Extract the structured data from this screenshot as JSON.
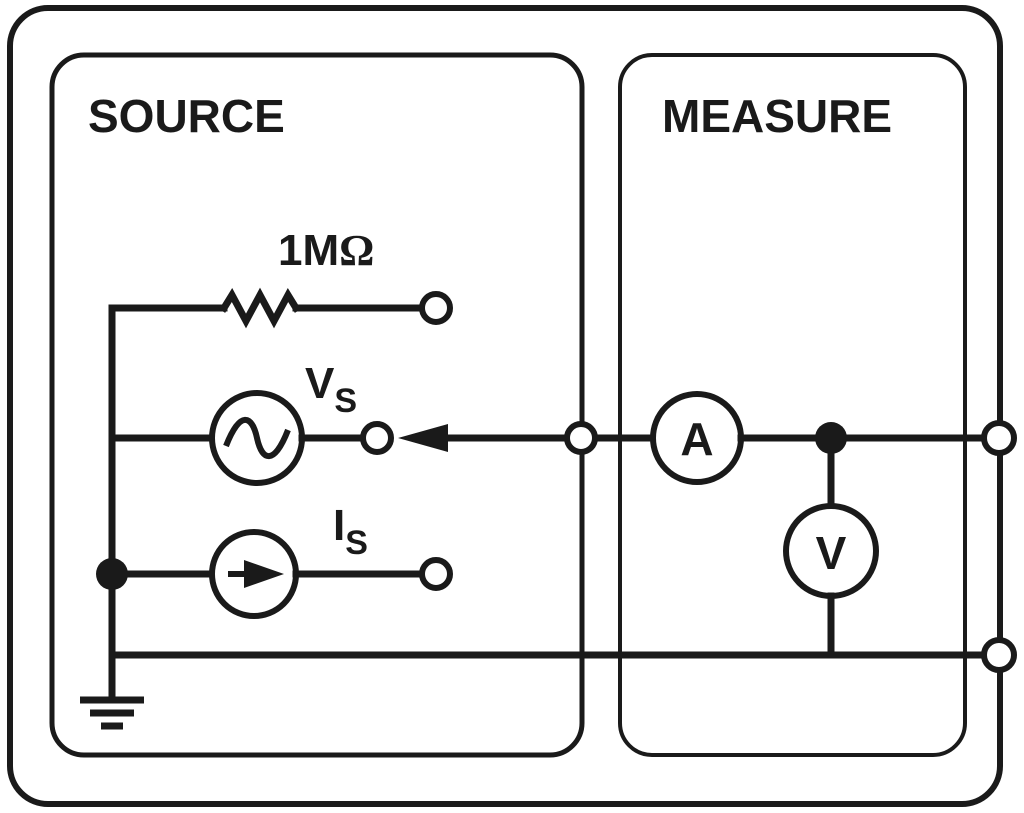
{
  "diagram": {
    "type": "smu-circuit-schematic",
    "colors": {
      "ink": "#1a1a1a",
      "background": "#ffffff"
    },
    "blocks": {
      "source": {
        "title": "SOURCE"
      },
      "measure": {
        "title": "MEASURE"
      }
    },
    "components": {
      "resistor": {
        "label_main": "1M",
        "label_unit": "Ω",
        "icon": "resistor-icon"
      },
      "voltage_source": {
        "label_main": "V",
        "label_sub": "S",
        "icon": "ac-voltage-source-icon"
      },
      "current_source": {
        "label_main": "I",
        "label_sub": "S",
        "icon": "current-source-icon"
      },
      "ammeter": {
        "label": "A",
        "icon": "ammeter-icon"
      },
      "voltmeter": {
        "label": "V",
        "icon": "voltmeter-icon"
      },
      "ground": {
        "icon": "ground-icon"
      }
    },
    "connections": [
      "Source selector arrow connects to V_S terminal",
      "Ammeter in series on output line",
      "Voltmeter between output line and common line",
      "Output terminals: HI (top), LO (bottom)"
    ]
  }
}
